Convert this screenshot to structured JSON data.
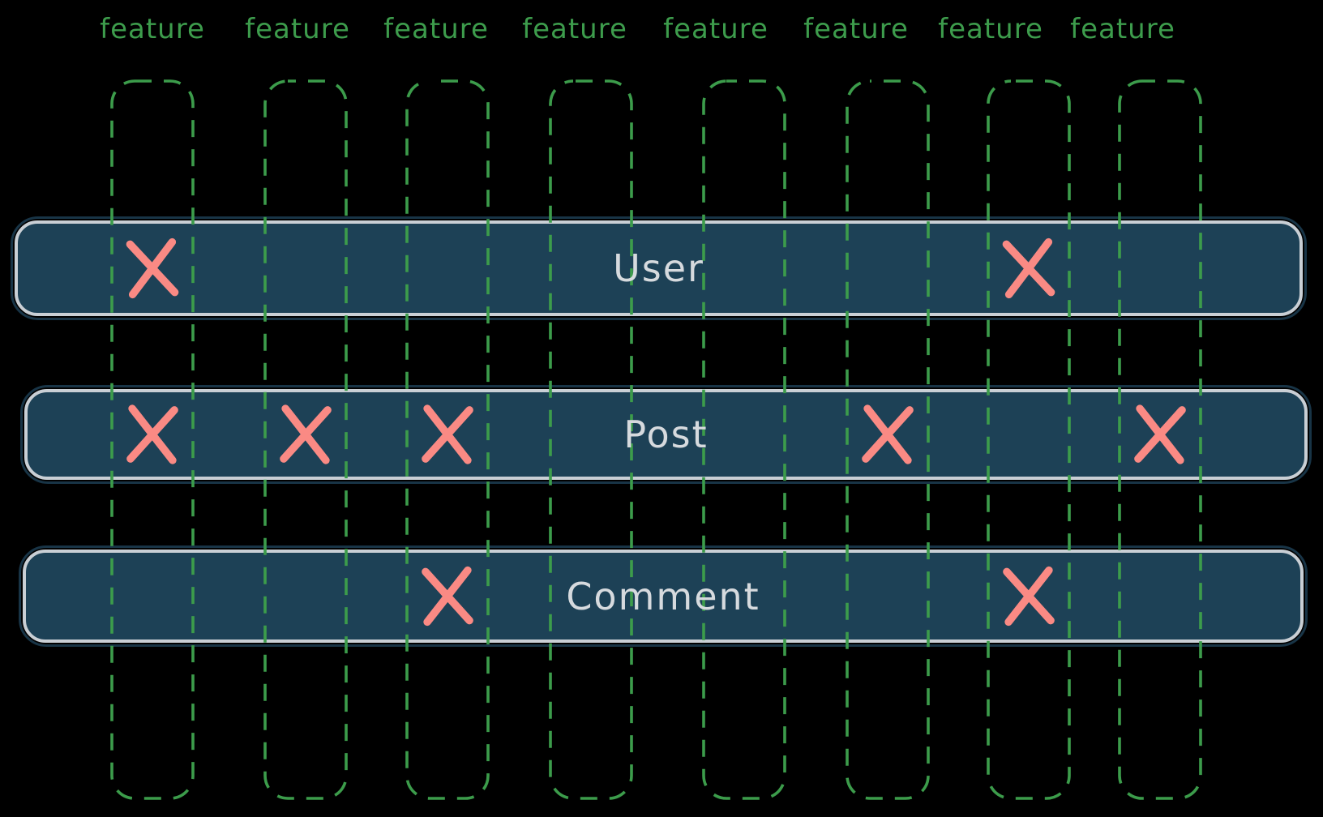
{
  "title": "Feature-to-entity matrix diagram",
  "colors": {
    "background": "#000000",
    "column_green": "#3c9c4b",
    "label_green": "#3d9c4c",
    "bar_fill": "#1d4156",
    "bar_outline": "#c9cfd5",
    "bar_text": "#d6dade",
    "x_mark": "#fa8a84"
  },
  "matrix": {
    "column_label": "feature",
    "column_count": 8,
    "rows": [
      {
        "name": "User",
        "marked_columns": [
          1,
          7
        ]
      },
      {
        "name": "Post",
        "marked_columns": [
          1,
          2,
          3,
          6,
          8
        ]
      },
      {
        "name": "Comment",
        "marked_columns": [
          3,
          7
        ]
      }
    ]
  }
}
